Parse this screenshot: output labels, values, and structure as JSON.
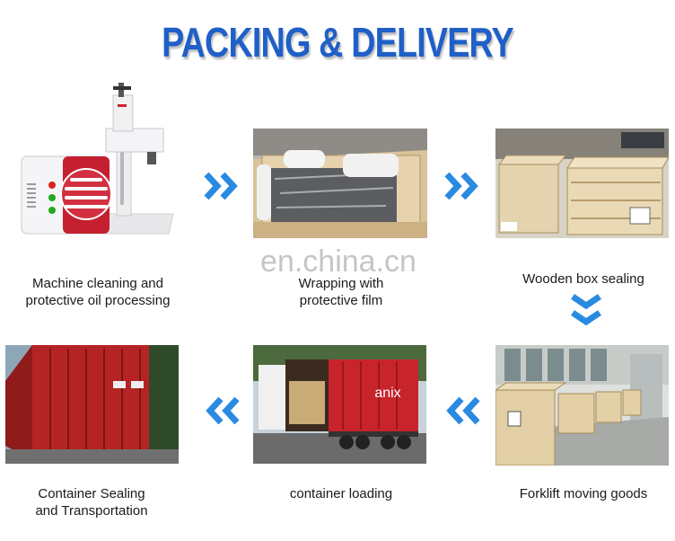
{
  "header": {
    "title": "PACKING & DELIVERY"
  },
  "watermark": "en.china.cn",
  "steps": [
    {
      "caption": "Machine cleaning and\nprotective oil processing"
    },
    {
      "caption": "Wrapping with\nprotective film"
    },
    {
      "caption": "Wooden box sealing"
    },
    {
      "caption": "Forklift moving goods"
    },
    {
      "caption": "container loading"
    },
    {
      "caption": "Container Sealing\nand Transportation"
    }
  ],
  "colors": {
    "title": "#1f5fc8",
    "arrow": "#2a8ae0"
  },
  "icons": {
    "arrow_right": "double-chevron-right-icon",
    "arrow_down": "double-chevron-down-icon",
    "arrow_left": "double-chevron-left-icon"
  },
  "container_text": "anix"
}
